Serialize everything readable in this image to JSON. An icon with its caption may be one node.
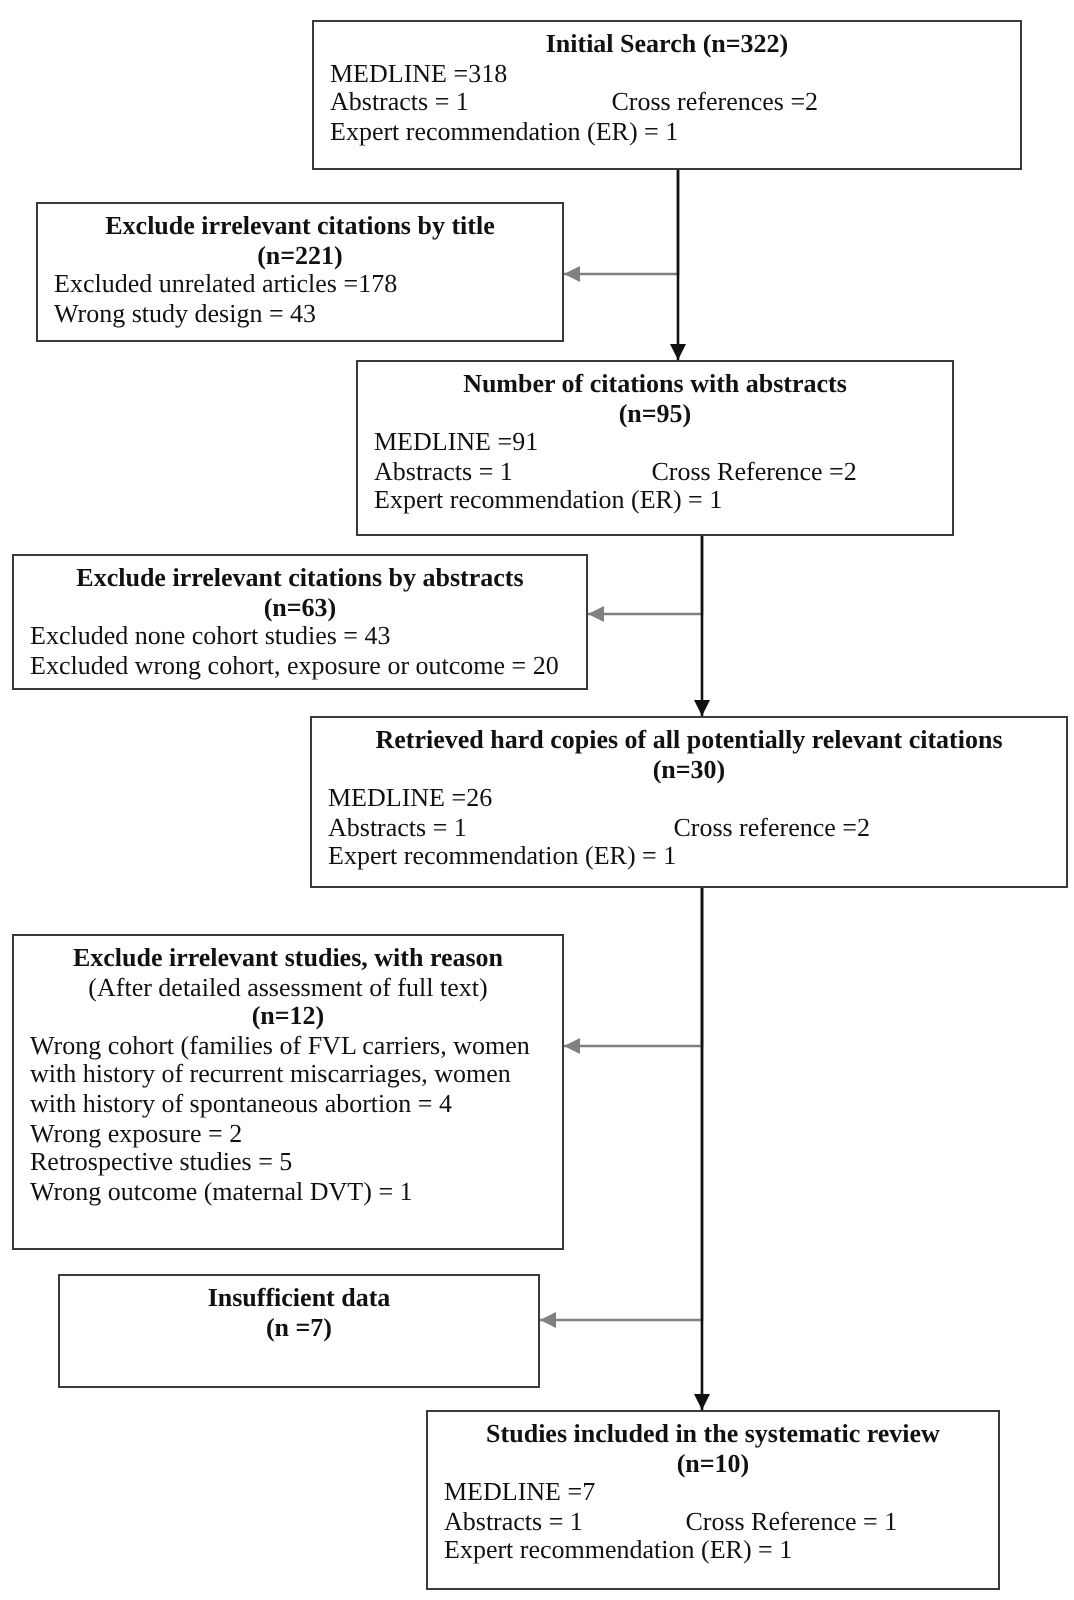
{
  "diagram": {
    "nodes": [
      {
        "text": [
          "Initial Search (n=322)",
          "MEDLINE =318",
          "Abstracts = 1",
          "Cross references =2",
          "Expert recommendation (ER) = 1"
        ]
      },
      {
        "text": [
          "Exclude irrelevant citations by title (n=221)",
          "Excluded unrelated articles =178",
          "Wrong study design = 43"
        ]
      },
      {
        "text": [
          "Number of citations with abstracts (n=95)",
          "MEDLINE =91",
          "Abstracts = 1",
          "Cross Reference =2",
          "Expert recommendation (ER) = 1"
        ]
      },
      {
        "text": [
          "Exclude irrelevant citations by abstracts (n=63)",
          "Excluded none cohort studies = 43",
          "Excluded wrong cohort, exposure or outcome = 20"
        ]
      },
      {
        "text": [
          "Retrieved hard copies of all potentially relevant citations (n=30)",
          "MEDLINE =26",
          "Abstracts = 1",
          "Cross reference =2",
          "Expert recommendation (ER) = 1"
        ]
      },
      {
        "text": [
          "Exclude irrelevant studies, with reason",
          "(After detailed assessment of full text)",
          "(n=12)",
          "Wrong cohort (families of FVL carriers, women with history of recurrent miscarriages, women with history of spontaneous abortion = 4",
          "Wrong exposure = 2",
          "Retrospective studies = 5",
          "Wrong outcome (maternal DVT) = 1"
        ]
      },
      {
        "text": [
          "Insufficient data (n =7)"
        ]
      },
      {
        "text": [
          "Studies included in the systematic review (n=10)",
          "MEDLINE =7",
          "Abstracts = 1",
          "Cross Reference = 1",
          "Expert recommendation (ER) = 1"
        ]
      }
    ],
    "edges": [
      {
        "from": 0,
        "to": 2,
        "arrow": "to",
        "color": "#111111"
      },
      {
        "from": 0,
        "to": 1,
        "arrow": "to"
      },
      {
        "from": 2,
        "to": 4,
        "arrow": "to",
        "color": "#111111"
      },
      {
        "from": 2,
        "to": 3,
        "arrow": "to"
      },
      {
        "from": 4,
        "to": 7,
        "arrow": "to",
        "color": "#111111"
      },
      {
        "from": 4,
        "to": 5,
        "arrow": "to"
      },
      {
        "from": 4,
        "to": 6,
        "arrow": "to"
      }
    ]
  }
}
